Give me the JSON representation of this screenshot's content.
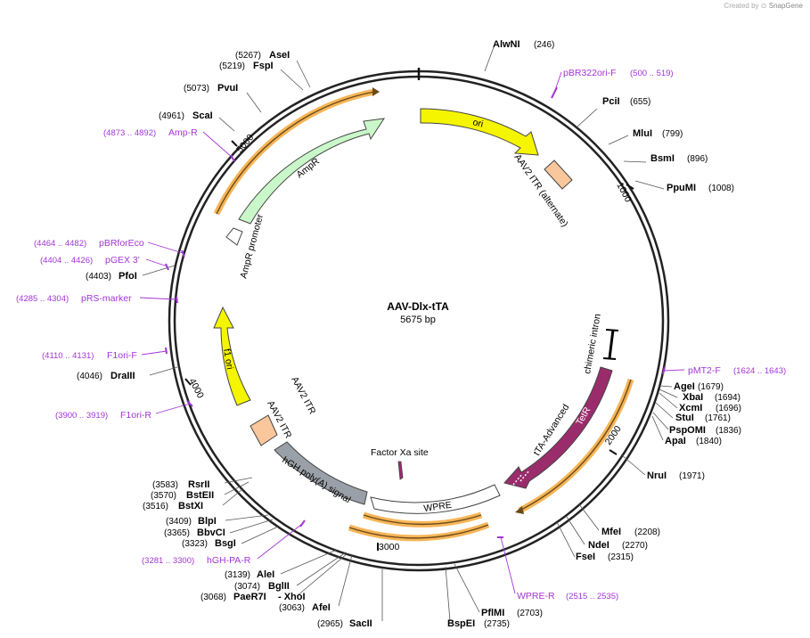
{
  "credit": {
    "prefix": "Created by",
    "brand": "SnapGene"
  },
  "plasmid": {
    "name": "AAV-Dlx-tTA",
    "length_label": "5675 bp",
    "length": 5675
  },
  "ruler_labels": [
    "1000",
    "2000",
    "3000",
    "4000",
    "5000"
  ],
  "sites_right": [
    {
      "name": "AlwNI",
      "pos": "(246)"
    },
    {
      "name": "PciI",
      "pos": "(655)"
    },
    {
      "name": "MluI",
      "pos": "(799)"
    },
    {
      "name": "BsmI",
      "pos": "(896)"
    },
    {
      "name": "PpuMI",
      "pos": "(1008)"
    },
    {
      "name": "AgeI",
      "pos": "(1679)"
    },
    {
      "name": "XbaI",
      "pos": "(1694)"
    },
    {
      "name": "XcmI",
      "pos": "(1696)"
    },
    {
      "name": "StuI",
      "pos": "(1761)"
    },
    {
      "name": "PspOMI",
      "pos": "(1836)"
    },
    {
      "name": "ApaI",
      "pos": "(1840)"
    },
    {
      "name": "NruI",
      "pos": "(1971)"
    },
    {
      "name": "MfeI",
      "pos": "(2208)"
    },
    {
      "name": "NdeI",
      "pos": "(2270)"
    },
    {
      "name": "FseI",
      "pos": "(2315)"
    }
  ],
  "sites_bottom": [
    {
      "name": "PflMI",
      "pos": "(2703)"
    },
    {
      "name": "BspEI",
      "pos": "(2735)"
    },
    {
      "name": "SacII",
      "pos": "(2965)"
    }
  ],
  "sites_left": [
    {
      "name": "AseI",
      "pos": "(5267)"
    },
    {
      "name": "FspI",
      "pos": "(5219)"
    },
    {
      "name": "PvuI",
      "pos": "(5073)"
    },
    {
      "name": "ScaI",
      "pos": "(4961)"
    },
    {
      "name": "PfoI",
      "pos": "(4403)"
    },
    {
      "name": "DraIII",
      "pos": "(4046)"
    },
    {
      "name": "RsrII",
      "pos": "(3583)"
    },
    {
      "name": "BstEII",
      "pos": "(3570)"
    },
    {
      "name": "BstXI",
      "pos": "(3516)"
    },
    {
      "name": "BlpI",
      "pos": "(3409)"
    },
    {
      "name": "BbvCI",
      "pos": "(3365)"
    },
    {
      "name": "BsgI",
      "pos": "(3323)"
    },
    {
      "name": "AleI",
      "pos": "(3139)"
    },
    {
      "name": "BglII",
      "pos": "(3074)"
    },
    {
      "name": "PaeR7I",
      "pos": "(3068)"
    },
    {
      "name": "- XhoI",
      "pos": ""
    },
    {
      "name": "AfeI",
      "pos": "(3063)"
    }
  ],
  "primers": [
    {
      "name": "pBR322ori-F",
      "pos": "(500 .. 519)"
    },
    {
      "name": "pMT2-F",
      "pos": "(1624 .. 1643)"
    },
    {
      "name": "WPRE-R",
      "pos": "(2515 .. 2535)"
    },
    {
      "name": "hGH-PA-R",
      "pos": "(3281 .. 3300)"
    },
    {
      "name": "F1ori-R",
      "pos": "(3900 .. 3919)"
    },
    {
      "name": "F1ori-F",
      "pos": "(4110 .. 4131)"
    },
    {
      "name": "pRS-marker",
      "pos": "(4285 .. 4304)"
    },
    {
      "name": "pGEX 3'",
      "pos": "(4404 .. 4426)"
    },
    {
      "name": "pBRforEco",
      "pos": "(4464 .. 4482)"
    },
    {
      "name": "Amp-R",
      "pos": "(4873 .. 4892)"
    }
  ],
  "features": {
    "ori": "ori",
    "aav2_itr_alt": "AAV2 ITR (alternate)",
    "chimeric_intron": "chimeric intron",
    "tetr": "TetR",
    "tta_advanced": "tTA-Advanced",
    "wpre": "WPRE",
    "factor_xa": "Factor Xa site",
    "hgh_polya": "hGH poly(A) signal",
    "aav2_itr_1": "AAV2 ITR",
    "aav2_itr_2": "AAV2 ITR",
    "f1_ori": "f1 ori",
    "ampr_promoter": "AmpR promoter",
    "ampr": "AmpR"
  },
  "colors": {
    "ori": "#f5f500",
    "itr": "#f9c79b",
    "tetr": "#9b2c6b",
    "wpre": "#ffffff",
    "hgh": "#9aa0a8",
    "f1": "#f5f500",
    "ampr": "#c9f7c9",
    "orange_arc": "#f4a83a",
    "primer": "#a335d6"
  }
}
